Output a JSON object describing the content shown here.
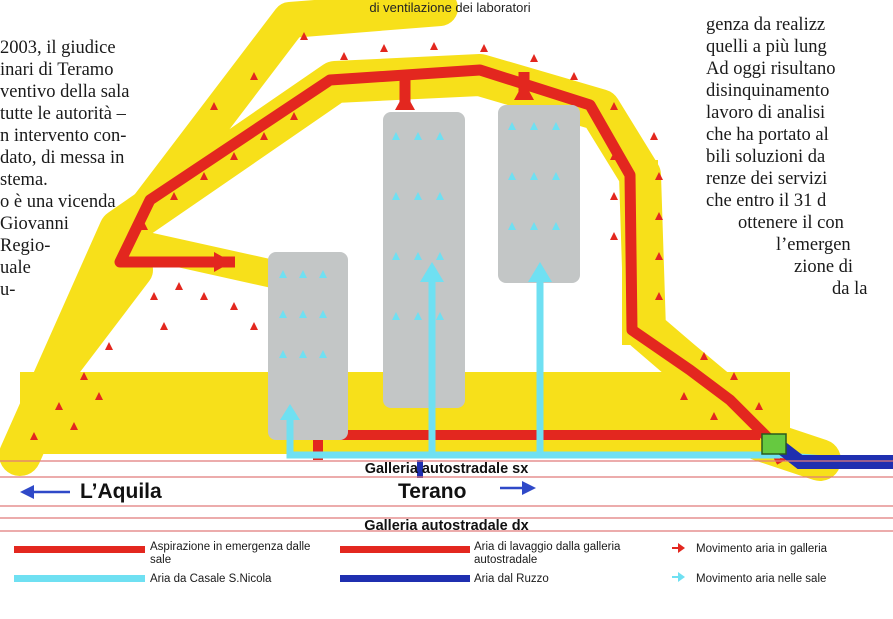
{
  "caption": "di ventilazione dei laboratori",
  "left_text": [
    "2003, il giudice",
    "inari di Teramo",
    "ventivo della sala",
    "tutte le autorità –",
    "n intervento con-",
    "dato, di messa in",
    "stema.",
    "o è una vicenda",
    "Giovanni",
    "Regio-",
    "uale",
    "u-"
  ],
  "right_text": [
    "genza da realizz",
    "quelli a più lung",
    "Ad oggi risultano",
    "disinquinamento",
    "lavoro di analisi",
    "che ha portato al",
    "bili soluzioni da",
    "renze dei servizi",
    "che entro il 31 d",
    "ottenere il con",
    "l’emergen",
    "zione di",
    "da la"
  ],
  "diagram": {
    "labels": {
      "gallery_sx": "Galleria autostradale sx",
      "gallery_dx": "Galleria autostradale dx",
      "city_left": "L’Aquila",
      "city_right": "Terano"
    },
    "colors": {
      "yellow_zone": "#f7e01a",
      "red_duct": "#e3271f",
      "cyan_duct": "#6fe0f2",
      "blue_duct": "#1f2fb0",
      "hall": "#c3c6c6",
      "junction": "#66c940",
      "gallery_line": "#e07a7a",
      "city_arrow": "#2f49c8"
    }
  },
  "legend": {
    "items": [
      {
        "label": "Aspirazione in emergenza dalle sale",
        "color": "#e3271f",
        "kind": "bar"
      },
      {
        "label": "Aria di lavaggio dalla galleria autostradale",
        "color": "#e3271f",
        "kind": "bar"
      },
      {
        "label": "Movimento aria in galleria",
        "color": "#e3271f",
        "kind": "arrow"
      },
      {
        "label": "Aria da Casale S.Nicola",
        "color": "#6fe0f2",
        "kind": "bar"
      },
      {
        "label": "Aria dal Ruzzo",
        "color": "#1f2fb0",
        "kind": "bar"
      },
      {
        "label": "Movimento aria nelle sale",
        "color": "#6fe0f2",
        "kind": "arrow"
      }
    ]
  }
}
